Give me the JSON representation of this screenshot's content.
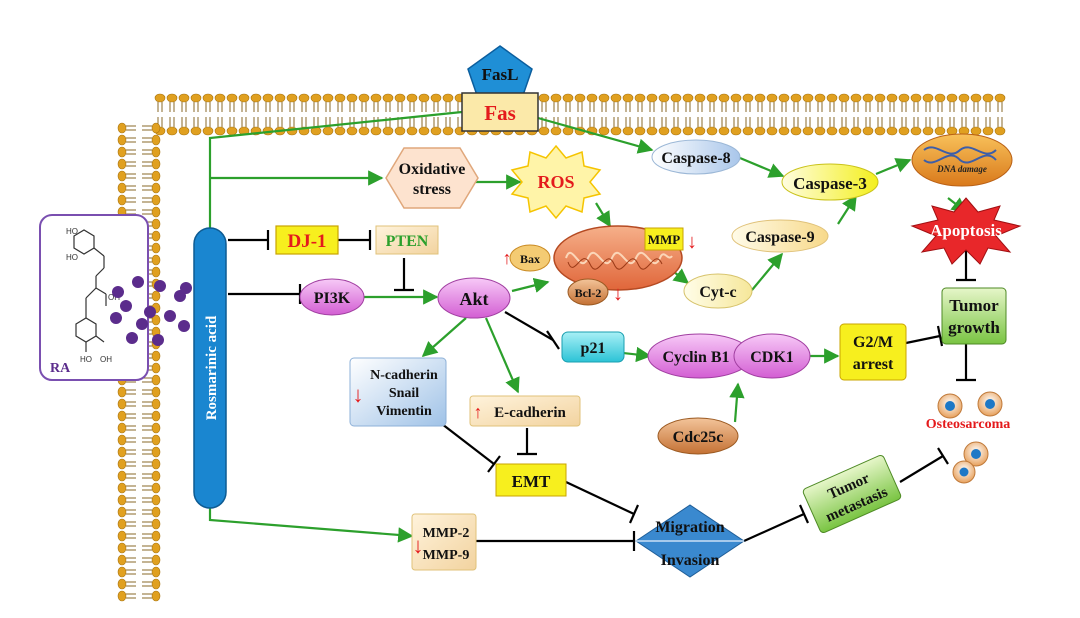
{
  "nodes": {
    "fasl": "FasL",
    "fas": "Fas",
    "rosmarinic_acid": "Rosmarinic acid",
    "ra": "RA",
    "oxidative_stress_1": "Oxidative",
    "oxidative_stress_2": "stress",
    "ros": "ROS",
    "caspase8": "Caspase-8",
    "caspase3": "Caspase-3",
    "caspase9": "Caspase-9",
    "dna_damage": "DNA damage",
    "apoptosis": "Apoptosis",
    "dj1": "DJ-1",
    "pten": "PTEN",
    "pi3k": "PI3K",
    "akt": "Akt",
    "bax": "Bax",
    "bcl2": "Bcl-2",
    "mmp": "MMP",
    "cytc": "Cyt-c",
    "p21": "p21",
    "cyclinb1": "Cyclin B1",
    "cdk1": "CDK1",
    "g2m_1": "G2/M",
    "g2m_2": "arrest",
    "tumor_growth_1": "Tumor",
    "tumor_growth_2": "growth",
    "osteosarcoma": "Osteosarcoma",
    "cdc25c": "Cdc25c",
    "ncad_1": "N-cadherin",
    "ncad_2": "Snail",
    "ncad_3": "Vimentin",
    "ecad": "E-cadherin",
    "emt": "EMT",
    "migration": "Migration",
    "invasion": "Invasion",
    "tumor_metastasis_1": "Tumor",
    "tumor_metastasis_2": "metastasis",
    "mmp2": "MMP-2",
    "mmp9": "MMP-9",
    "up_arrow": "↑",
    "down_arrow": "↓"
  },
  "colors": {
    "activation": "#2ca02c",
    "inhibition": "#000000",
    "highlight_text": "#e41a1c",
    "membrane": "#e0a020"
  }
}
